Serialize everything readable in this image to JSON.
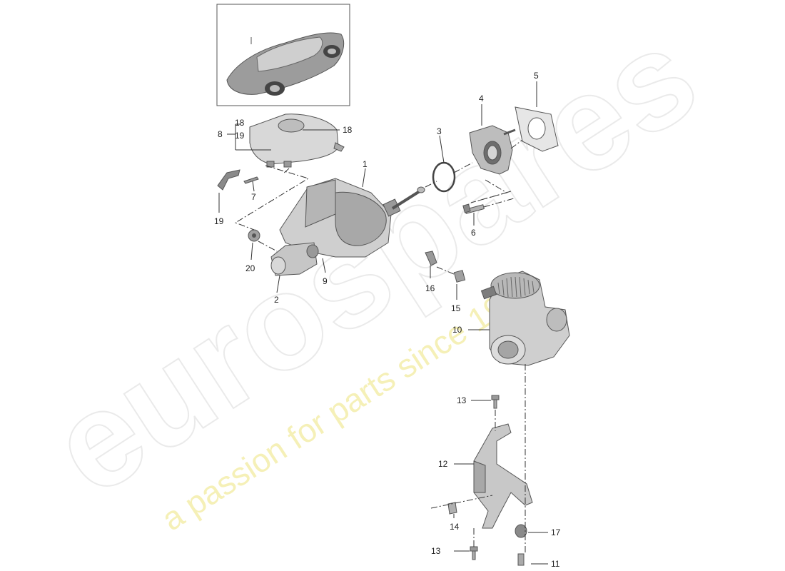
{
  "watermark": {
    "brand": "eurospares",
    "tagline": "a passion for parts since 1985"
  },
  "callouts": {
    "c1": "1",
    "c2": "2",
    "c3": "3",
    "c4": "4",
    "c5": "5",
    "c6": "6",
    "c7": "7",
    "c8": "8",
    "c9": "9",
    "c10": "10",
    "c11": "11",
    "c12": "12",
    "c13a": "13",
    "c13b": "13",
    "c14": "14",
    "c15": "15",
    "c16": "16",
    "c17": "17",
    "c18a": "18",
    "c18b": "18",
    "c19a": "19",
    "c19b": "19",
    "c20": "20"
  },
  "colors": {
    "part_light": "#e6e6e6",
    "part_mid": "#bdbdbd",
    "part_dark": "#7a7a7a",
    "line": "#333333"
  }
}
